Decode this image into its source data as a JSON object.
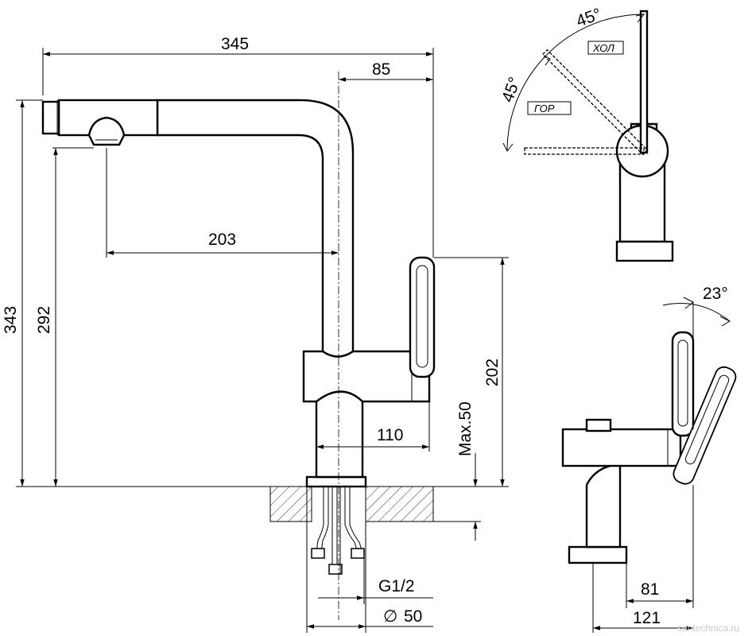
{
  "dimensions": {
    "overall_length": "345",
    "spout_offset": "85",
    "reach": "203",
    "total_height": "343",
    "spout_height": "292",
    "lever_height": "202",
    "body_width": "110",
    "max_countertop": "Max.50",
    "connection": "G1/2",
    "hole_diameter": "50",
    "side_81": "81",
    "side_121": "121"
  },
  "angles": {
    "top_angle": "45°",
    "left_angle": "45°",
    "tilt_angle": "23°"
  },
  "labels": {
    "cold": "ХОЛ",
    "hot": "ГОР"
  },
  "watermark": "suntechnica.ru",
  "diameter_symbol": "∅"
}
